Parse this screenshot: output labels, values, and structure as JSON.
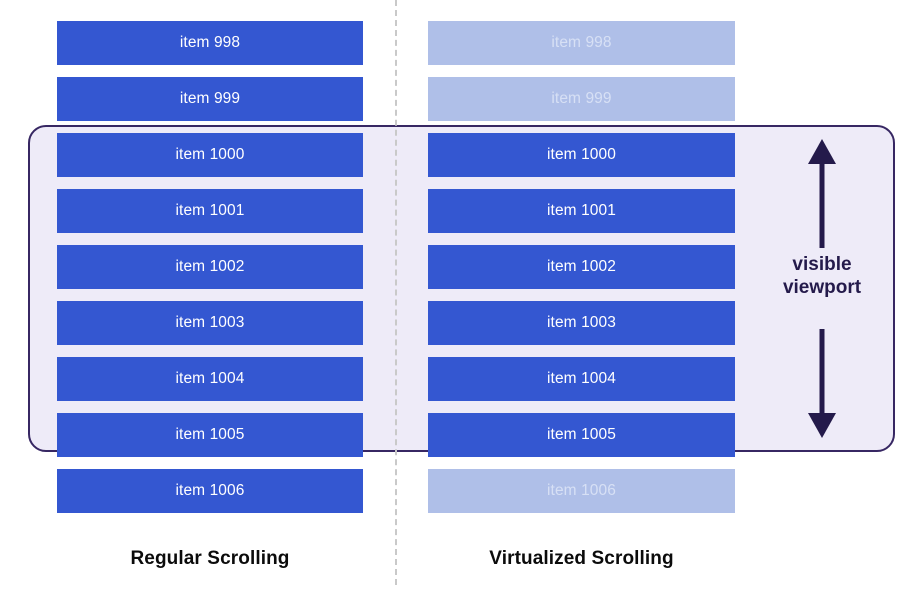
{
  "diagram": {
    "title_left": "Regular Scrolling",
    "title_right": "Virtualized Scrolling",
    "viewport_label_line1": "visible",
    "viewport_label_line2": "viewport",
    "colors": {
      "item_solid_bg": "#3457D1",
      "item_solid_text": "#FFFFFF",
      "item_faded_bg": "#AFBFE8",
      "item_faded_text": "#D7E0F5",
      "viewport_band_bg": "#EEEBF8",
      "viewport_band_border": "#372763",
      "annotation_ink": "#241A4B",
      "divider": "#C9C9C9",
      "caption_text": "#0B0B0B",
      "page_bg": "#FFFFFF"
    },
    "columns": [
      {
        "name": "regular-scrolling",
        "items": [
          {
            "label": "item 998",
            "state": "rendered"
          },
          {
            "label": "item 999",
            "state": "rendered"
          },
          {
            "label": "item 1000",
            "state": "rendered"
          },
          {
            "label": "item 1001",
            "state": "rendered"
          },
          {
            "label": "item 1002",
            "state": "rendered"
          },
          {
            "label": "item 1003",
            "state": "rendered"
          },
          {
            "label": "item 1004",
            "state": "rendered"
          },
          {
            "label": "item 1005",
            "state": "rendered"
          },
          {
            "label": "item 1006",
            "state": "rendered"
          }
        ]
      },
      {
        "name": "virtualized-scrolling",
        "items": [
          {
            "label": "item 998",
            "state": "virtualized"
          },
          {
            "label": "item 999",
            "state": "virtualized"
          },
          {
            "label": "item 1000",
            "state": "rendered"
          },
          {
            "label": "item 1001",
            "state": "rendered"
          },
          {
            "label": "item 1002",
            "state": "rendered"
          },
          {
            "label": "item 1003",
            "state": "rendered"
          },
          {
            "label": "item 1004",
            "state": "rendered"
          },
          {
            "label": "item 1005",
            "state": "rendered"
          },
          {
            "label": "item 1006",
            "state": "virtualized"
          }
        ]
      }
    ],
    "viewport": {
      "first_visible_index": 2,
      "last_visible_index": 7,
      "visible_count": 6
    }
  }
}
